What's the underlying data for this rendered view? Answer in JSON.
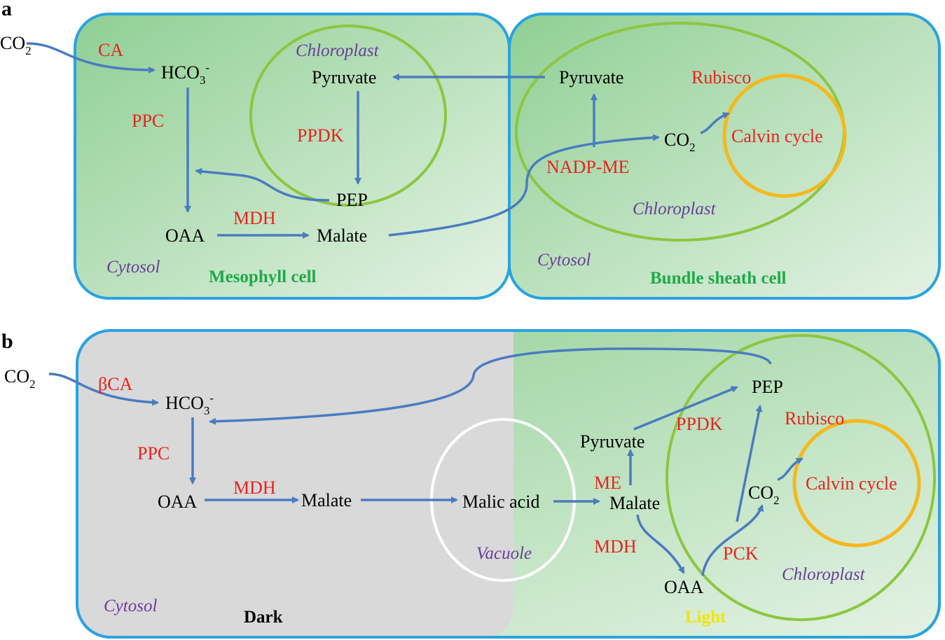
{
  "colors": {
    "arrow": "#4a7cc0",
    "cell_border": "#29a3e0",
    "chloroplast_border": "#8cc63f",
    "calvin_border": "#f6b81c",
    "vacuole_border": "#ffffff",
    "enzyme_text": "#e8231f",
    "compartment_text": "#6a3d9a",
    "cell_label": "#1faa4a",
    "light_label": "#f2e600",
    "dark_region": "#d9d9d9"
  },
  "panel_a": {
    "letter": "a",
    "co2": "CO",
    "co2_sub": "2",
    "ca": "CA",
    "hco3": "HCO",
    "hco3_sub": "3",
    "hco3_sup": "-",
    "ppc": "PPC",
    "chloroplast_ms": "Chloroplast",
    "pyruvate_ms": "Pyruvate",
    "ppdk": "PPDK",
    "pep": "PEP",
    "oaa": "OAA",
    "mdh": "MDH",
    "malate": "Malate",
    "cytosol_ms": "Cytosol",
    "mesophyll_cell": "Mesophyll cell",
    "pyruvate_bs": "Pyruvate",
    "rubisco": "Rubisco",
    "co2_bs": "CO",
    "co2_bs_sub": "2",
    "calvin_cycle": "Calvin cycle",
    "nadp_me": "NADP-ME",
    "chloroplast_bs": "Chloroplast",
    "cytosol_bs": "Cytosol",
    "bundle_sheath_cell": "Bundle sheath cell"
  },
  "panel_b": {
    "letter": "b",
    "co2": "CO",
    "co2_sub": "2",
    "bca": "βCA",
    "hco3": "HCO",
    "hco3_sub": "3",
    "hco3_sup": "-",
    "ppc": "PPC",
    "oaa_left": "OAA",
    "mdh_left": "MDH",
    "malate_left": "Malate",
    "malic_acid": "Malic acid",
    "vacuole": "Vacuole",
    "cytosol": "Cytosol",
    "dark": "Dark",
    "pep": "PEP",
    "ppdk": "PPDK",
    "rubisco": "Rubisco",
    "pyruvate": "Pyruvate",
    "me": "ME",
    "malate_right": "Malate",
    "co2_chl": "CO",
    "co2_chl_sub": "2",
    "calvin_cycle": "Calvin cycle",
    "mdh_right": "MDH",
    "pck": "PCK",
    "oaa_right": "OAA",
    "chloroplast": "Chloroplast",
    "light": "Light"
  }
}
